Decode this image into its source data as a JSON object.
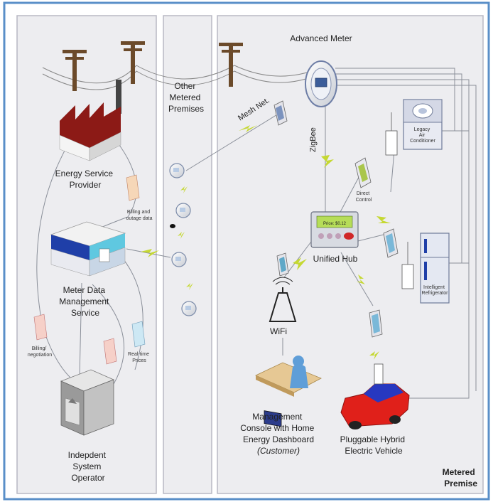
{
  "nodes": {
    "advanced_meter": "Advanced Meter",
    "other_premises": [
      "Other",
      "Metered",
      "Premises"
    ],
    "energy_service_provider": [
      "Energy Service",
      "Provider"
    ],
    "meter_data_management": [
      "Meter Data",
      "Management",
      "Service"
    ],
    "independent_system_operator": [
      "Indepdent",
      "System",
      "Operator"
    ],
    "unified_hub": "Unified Hub",
    "hub_display": "Price: $0.12",
    "wifi": "WiFi",
    "management_console": [
      "Management",
      "Console with Home",
      "Energy Dashboard"
    ],
    "customer": "(Customer)",
    "phev": [
      "Pluggable Hybrid",
      "Electric Vehicle"
    ],
    "metered_premise": [
      "Metered",
      "Premise"
    ],
    "ac_unit": [
      "Legacy",
      "Air",
      "Conditioner"
    ],
    "refrigerator": [
      "Intelligent",
      "Refrigerator"
    ]
  },
  "links": {
    "mesh_net": "Mesh Net.",
    "zigbee": "ZigBee",
    "direct_control": [
      "Direct",
      "Control"
    ],
    "billing_outage": [
      "Billing and",
      "outage data"
    ],
    "billing_negotiation": [
      "Billing/",
      "negotiation"
    ],
    "realtime_prices": [
      "Real-time",
      "Prices"
    ]
  },
  "colors": {
    "panel_bg": "#ededf0",
    "panel_border": "#b8b8c4",
    "frame_border": "#5a8fc8",
    "zap": "#c5d832",
    "factory_red": "#8c1a16",
    "mdms_blue": "#1f3fa8",
    "car_red": "#e0201a",
    "car_blue": "#2738c0",
    "hub_screen": "#b6dd58",
    "line": "#8a8f99"
  }
}
